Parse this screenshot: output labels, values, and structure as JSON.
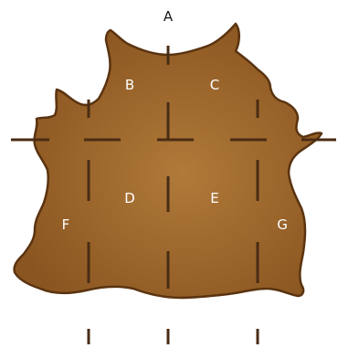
{
  "regions": [
    {
      "id": "A",
      "label": "A"
    },
    {
      "id": "B",
      "label": "B"
    },
    {
      "id": "C",
      "label": "C"
    },
    {
      "id": "D",
      "label": "D"
    },
    {
      "id": "E",
      "label": "E"
    },
    {
      "id": "F",
      "label": "F"
    },
    {
      "id": "G",
      "label": "G"
    }
  ],
  "colors": {
    "hide_center": "#b07a3a",
    "hide_edge": "#8a5520",
    "hide_outline": "#5a3310",
    "cut_lines": "#4a2c14",
    "label_on_hide": "#ffffff",
    "label_outside": "#1a1a1a"
  }
}
